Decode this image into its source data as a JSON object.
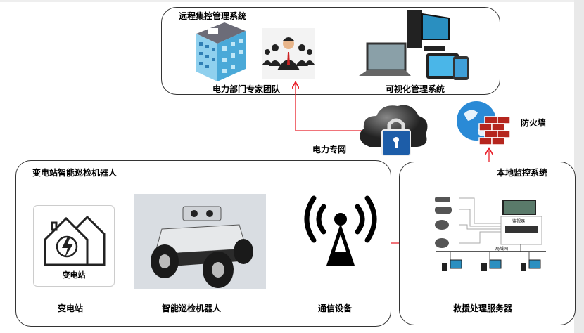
{
  "remote_system": {
    "title": "远程集控管理系统",
    "expert_team_label": "电力部门专家团队",
    "visual_mgmt_label": "可视化管理系统"
  },
  "network": {
    "private_network_label": "电力专网",
    "firewall_label": "防火墙"
  },
  "robot_system": {
    "title": "变电站智能巡检机器人",
    "substation_label": "变电站",
    "substation_icon_text": "变电站",
    "robot_label": "智能巡检机器人"
  },
  "comm_label": "通信设备",
  "local_system": {
    "title": "本地监控系统",
    "server_label": "救援处理服务器",
    "monitor_text": "监视器",
    "lan_text": "局域网"
  },
  "colors": {
    "arrow": "#e8202a",
    "border": "#333333"
  }
}
